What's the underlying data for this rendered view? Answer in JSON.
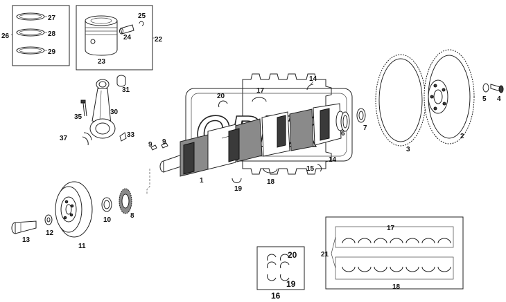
{
  "watermark": "OPEX",
  "labels": {
    "l1": "1",
    "l2": "2",
    "l3": "3",
    "l4": "4",
    "l5": "5",
    "l6": "6",
    "l7": "7",
    "l8": "8",
    "l9a": "9",
    "l9b": "9",
    "l10": "10",
    "l11": "11",
    "l12": "12",
    "l13": "13",
    "l14a": "14",
    "l14b": "14",
    "l15": "15",
    "l16": "16",
    "l17a": "17",
    "l17b": "17",
    "l18a": "18",
    "l18b": "18",
    "l19a": "19",
    "l19b": "19",
    "l20a": "20",
    "l20b": "20",
    "l21": "21",
    "l22": "22",
    "l23": "23",
    "l24": "24",
    "l25": "25",
    "l26": "26",
    "l27": "27",
    "l28": "28",
    "l29": "29",
    "l30": "30",
    "l31": "31",
    "l33": "33",
    "l35": "35",
    "l37": "37"
  }
}
